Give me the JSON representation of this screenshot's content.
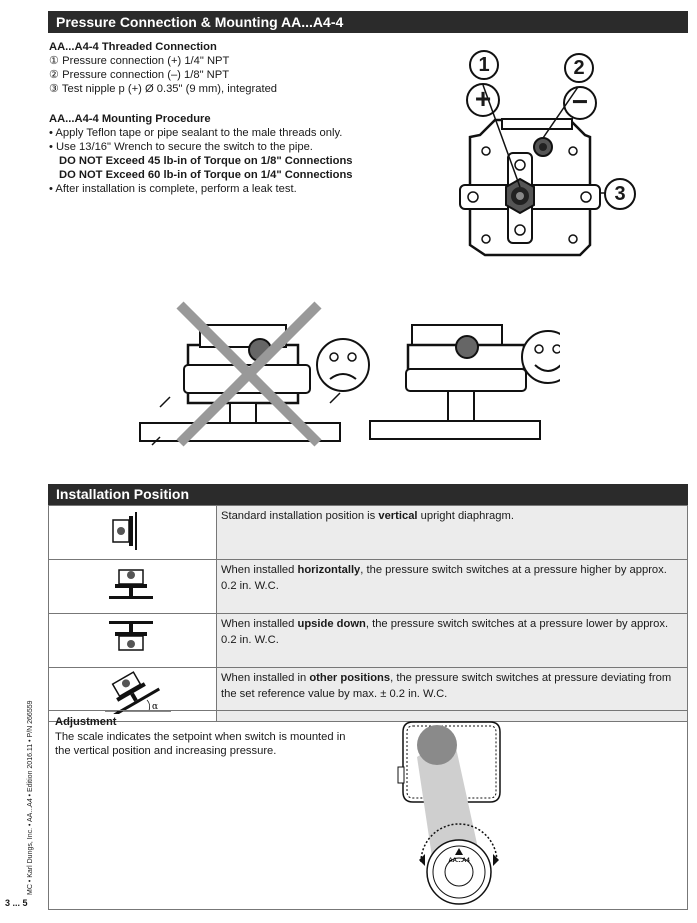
{
  "section1": {
    "title": "Pressure Connection & Mounting AA...A4-4"
  },
  "threaded": {
    "heading": "AA...A4-4 Threaded Connection",
    "items": [
      "① Pressure connection (+) 1/4\" NPT",
      "② Pressure connection (–) 1/8\" NPT",
      "③ Test nipple p (+) Ø 0.35\" (9 mm), integrated"
    ]
  },
  "mounting": {
    "heading": "AA...A4-4 Mounting Procedure",
    "bullet1": "Apply Teflon tape or pipe sealant to the male threads only.",
    "bullet2": "Use 13/16\" Wrench to secure the switch to the pipe.",
    "warn1": "DO NOT Exceed 45 lb-in of Torque on 1/8\" Connections",
    "warn2": "DO NOT Exceed 60 lb-in of Torque on 1/4\" Connections",
    "bullet3": "After installation is complete, perform a leak test."
  },
  "callouts": {
    "c1": "1",
    "c2": "2",
    "c3": "3",
    "plus": "+",
    "minus": "−"
  },
  "section2": {
    "title": "Installation Position"
  },
  "positions": [
    {
      "pre": "Standard installation position is ",
      "bold": "vertical",
      "post": " upright diaphragm."
    },
    {
      "pre": "When installed ",
      "bold": "horizontally",
      "post": ", the pressure switch switches at a pressure higher by approx. 0.2 in. W.C."
    },
    {
      "pre": "When installed ",
      "bold": "upside down",
      "post": ", the pressure switch switches at a pressure lower by approx. 0.2 in. W.C."
    },
    {
      "pre": "When installed in ",
      "bold": "other positions",
      "post": ", the pressure switch switches at pressure deviating from the set reference value by max. ± 0.2 in. W.C."
    }
  ],
  "alpha": "α",
  "adjustment": {
    "heading": "Adjustment",
    "line1": "The scale indicates the setpoint when switch is mounted in",
    "line2": "the vertical position and increasing pressure.",
    "dial_label": "AA...A4"
  },
  "sidebar": "MC • Karl Dungs, Inc. • AA...A4 • Edition 2016.11 • P/N 266559",
  "page": "3 ... 5"
}
